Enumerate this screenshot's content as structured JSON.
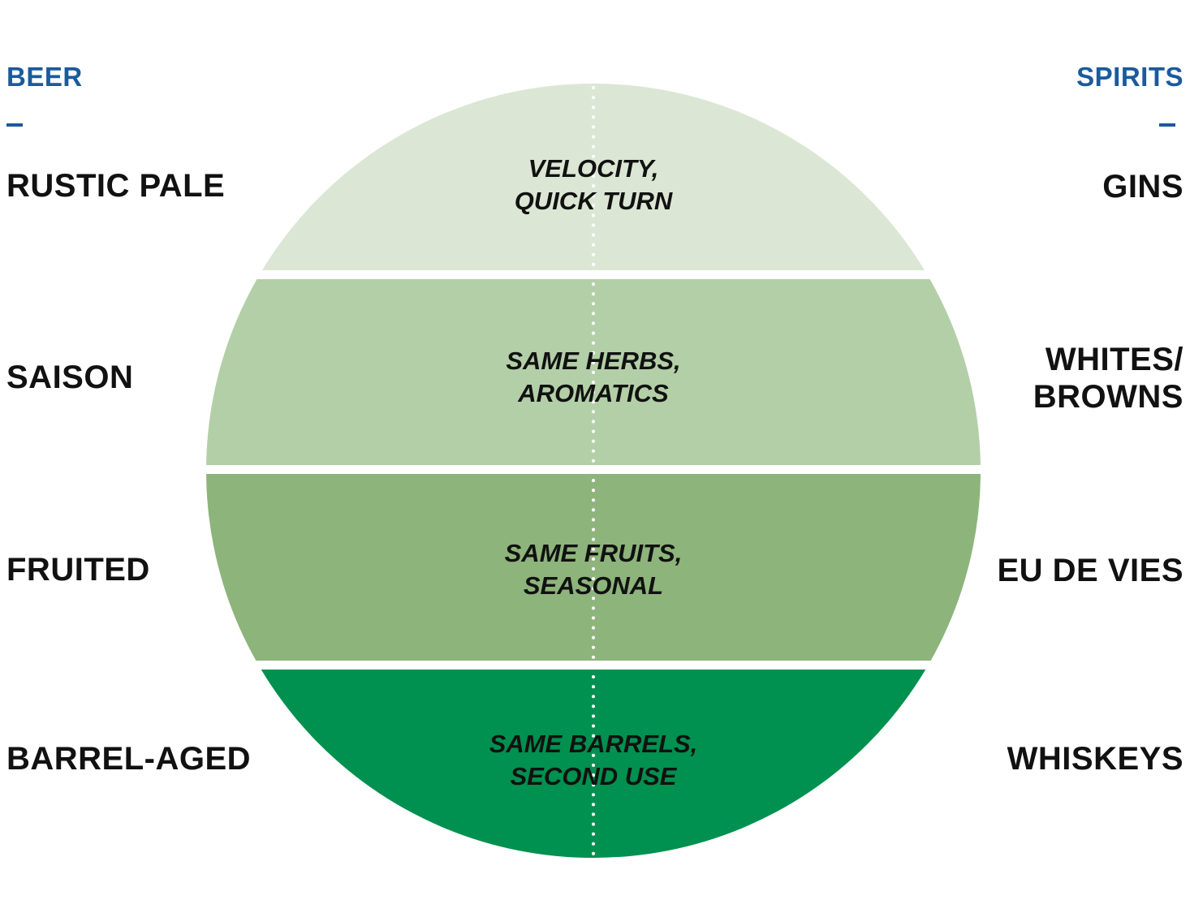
{
  "colors": {
    "heading": "#1b5a9c",
    "band_1": "#dbe7d4",
    "band_2": "#b3cfa7",
    "band_3": "#8db47b",
    "band_4": "#00904f",
    "divider": "#ffffff"
  },
  "beer": {
    "heading": "BEER",
    "items": [
      "RUSTIC PALE",
      "SAISON",
      "FRUITED",
      "BARREL-AGED"
    ]
  },
  "spirits": {
    "heading": "SPIRITS",
    "items": [
      [
        "GINS"
      ],
      [
        "WHITES/",
        "BROWNS"
      ],
      [
        "EU DE VIES"
      ],
      [
        "WHISKEYS"
      ]
    ]
  },
  "bands": [
    {
      "lines": [
        "VELOCITY,",
        "QUICK TURN"
      ]
    },
    {
      "lines": [
        "SAME HERBS,",
        "AROMATICS"
      ]
    },
    {
      "lines": [
        "SAME FRUITS,",
        "SEASONAL"
      ]
    },
    {
      "lines": [
        "SAME BARRELS,",
        "SECOND USE"
      ]
    }
  ]
}
